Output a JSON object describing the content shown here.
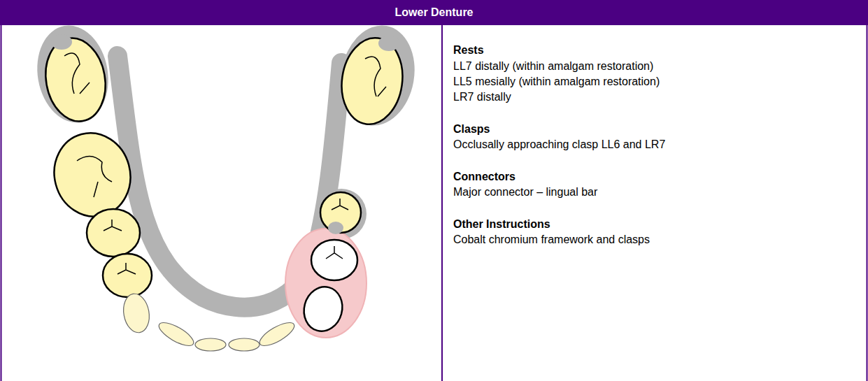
{
  "diagram": {
    "title": "Lower Denture",
    "labels": [
      "Rests",
      "LL7 distally (within amalgam restoration)",
      "LL5 mesially (within amalgam restoration)",
      "LR7 distally",
      "Clasps",
      "Occlusally approaching clasp LL6 and LR7",
      "Connectors",
      "Major connector – lingual bar",
      "Other Instructions",
      "Cobalt chromium framework and clasps"
    ]
  }
}
